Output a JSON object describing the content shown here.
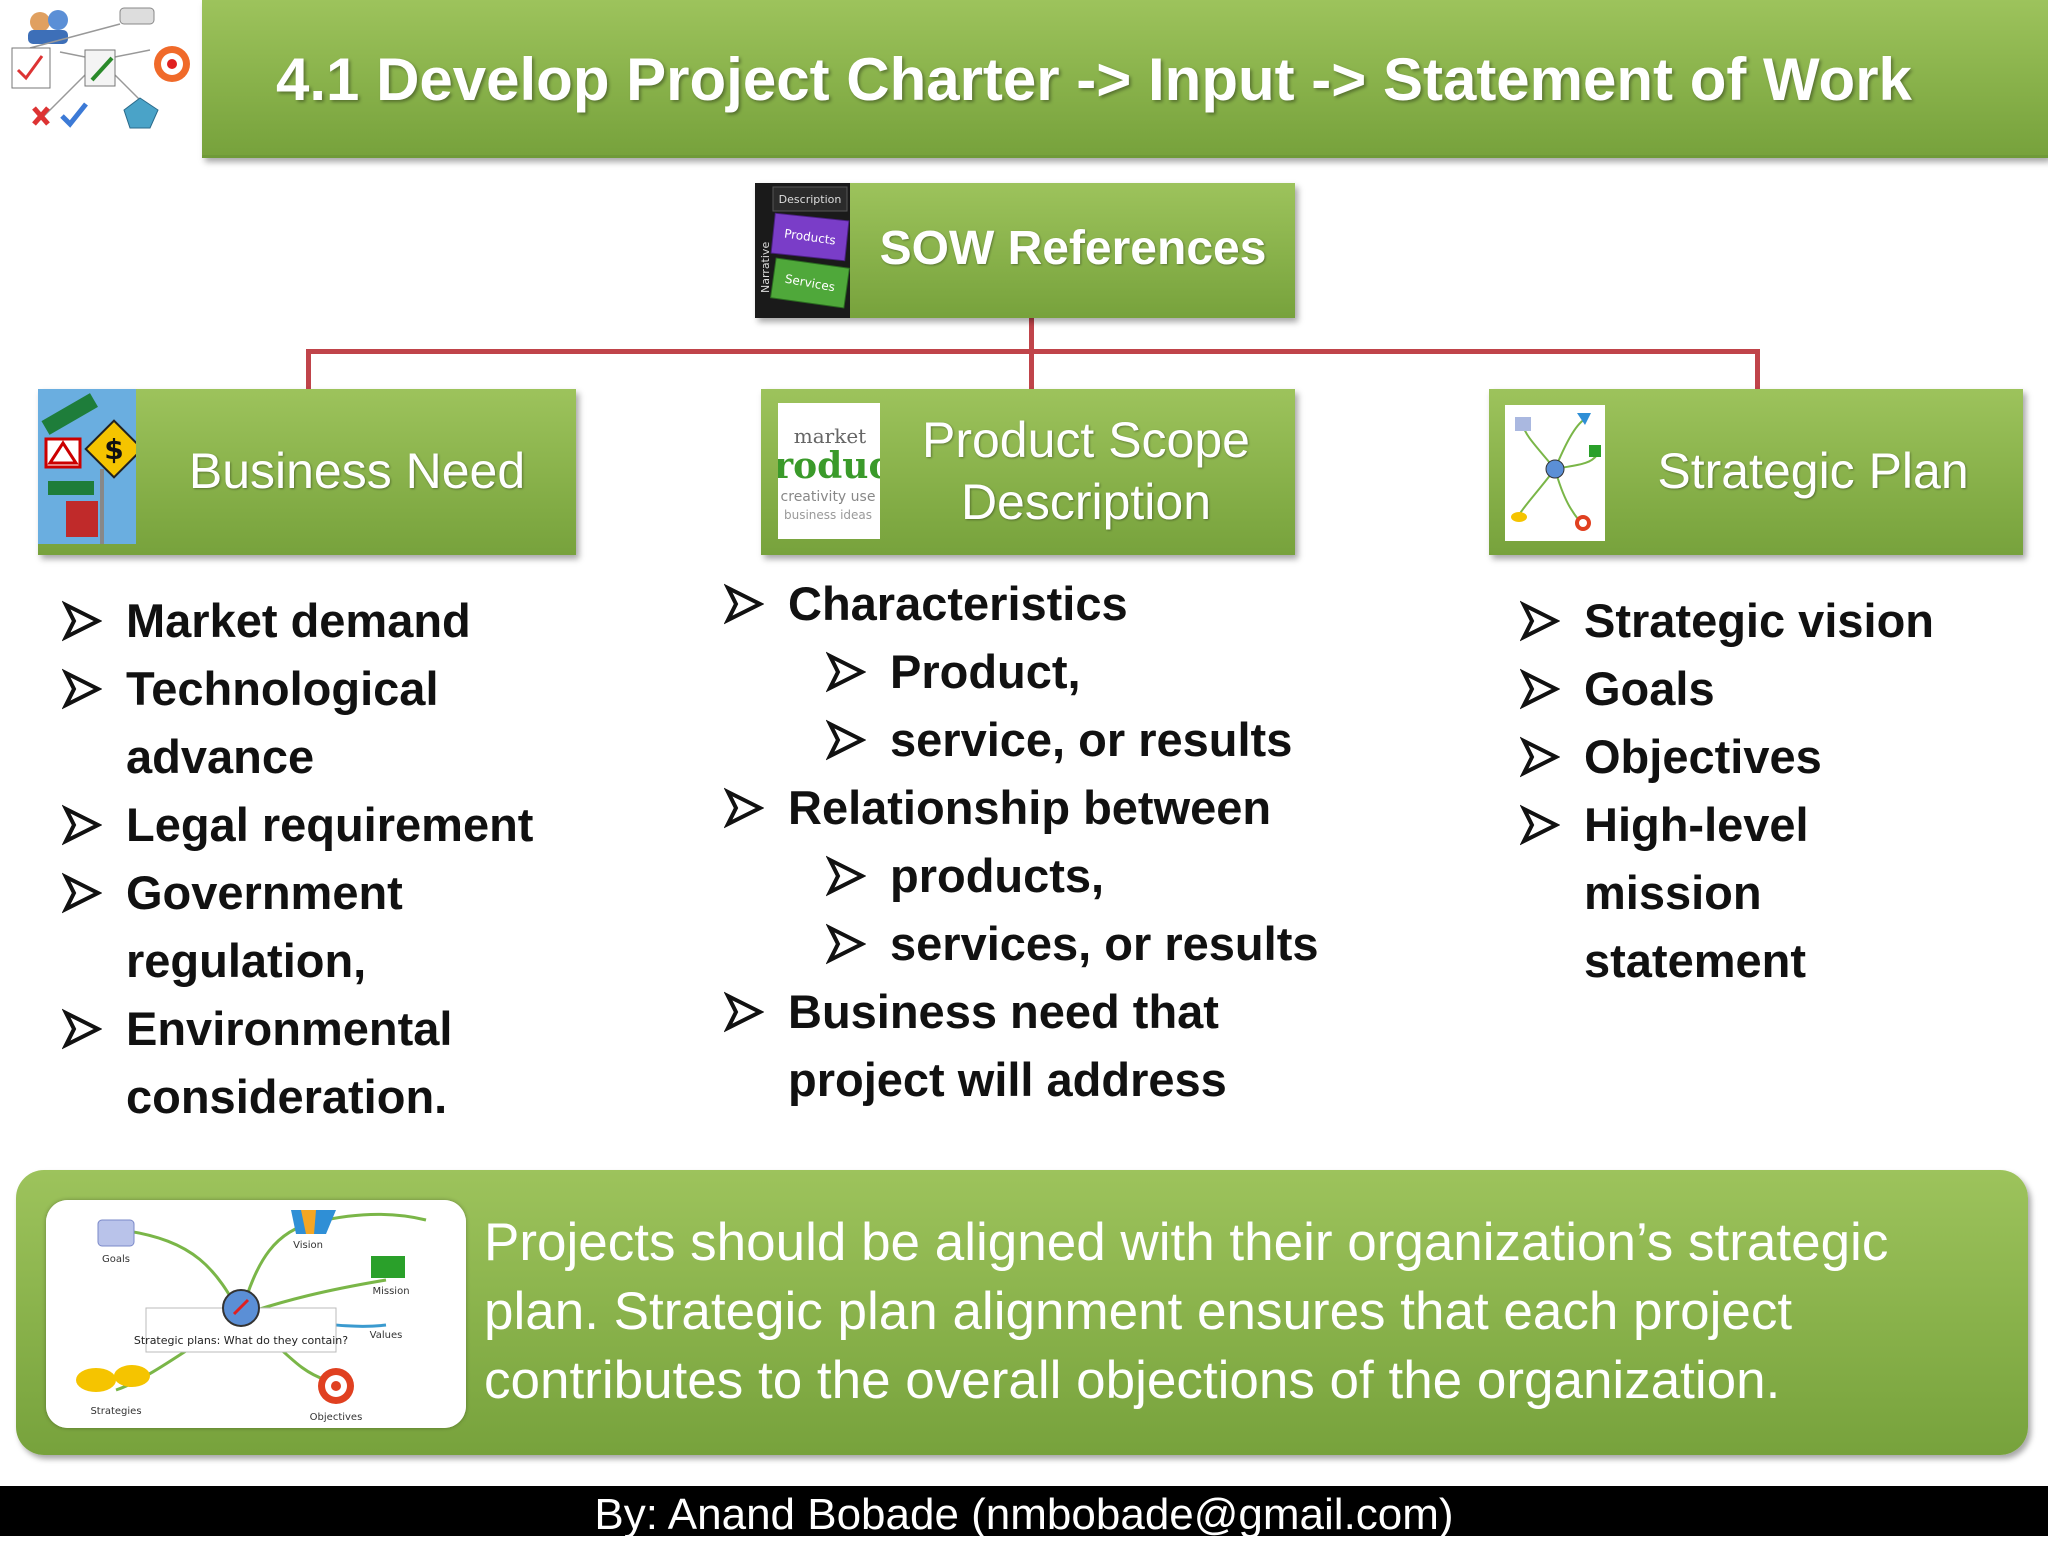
{
  "header": {
    "title": "4.1 Develop Project Charter -> Input -> Statement of Work",
    "logo_icon": "project-charter-diagram-icon"
  },
  "root": {
    "label": "SOW References",
    "thumb_icon": "products-services-keys-icon",
    "thumb_texts": [
      "Description",
      "Products",
      "Services",
      "Narrative"
    ]
  },
  "columns": [
    {
      "label": "Business Need",
      "thumb_icon": "road-signs-icon",
      "items": [
        {
          "text": "Market demand",
          "level": 0
        },
        {
          "text": "Technological",
          "level": 0
        },
        {
          "text": "advance",
          "level": 2
        },
        {
          "text": "Legal requirement",
          "level": 0
        },
        {
          "text": "Government",
          "level": 0
        },
        {
          "text": "regulation,",
          "level": 2
        },
        {
          "text": "Environmental",
          "level": 0
        },
        {
          "text": "consideration.",
          "level": 2
        }
      ]
    },
    {
      "label_lines": [
        "Product Scope",
        "Description"
      ],
      "thumb_icon": "product-word-cloud-icon",
      "items": [
        {
          "text": "Characteristics",
          "level": 0
        },
        {
          "text": "Product,",
          "level": 1
        },
        {
          "text": "service, or results",
          "level": 1
        },
        {
          "text": "Relationship between",
          "level": 0
        },
        {
          "text": "products,",
          "level": 1
        },
        {
          "text": "services, or results",
          "level": 1
        },
        {
          "text": "Business need that",
          "level": 0
        },
        {
          "text": "project will address",
          "level": 2
        }
      ]
    },
    {
      "label": "Strategic Plan",
      "thumb_icon": "strategic-plan-mindmap-icon",
      "items": [
        {
          "text": "Strategic vision",
          "level": 0
        },
        {
          "text": "Goals",
          "level": 0
        },
        {
          "text": "Objectives",
          "level": 0
        },
        {
          "text": "High-level",
          "level": 0
        },
        {
          "text": "mission",
          "level": 2
        },
        {
          "text": "statement",
          "level": 2
        }
      ]
    }
  ],
  "banner": {
    "text": "Projects should be aligned with their organization’s strategic plan. Strategic plan alignment ensures that each project contributes to the overall objections of the organization.",
    "image_icon": "strategic-plans-mindmap-icon",
    "image_texts": {
      "center": "Strategic plans: What do they contain?",
      "goals": "Goals",
      "vision": "Vision",
      "mission": "Mission",
      "values": "Values",
      "strategies": "Strategies",
      "objectives": "Objectives"
    }
  },
  "footer": {
    "text": "By: Anand Bobade (nmbobade@gmail.com)"
  },
  "colors": {
    "green_top": "#9dc35c",
    "green_bottom": "#77a23c",
    "connector": "#c0444a",
    "footer_bg": "#000000"
  }
}
